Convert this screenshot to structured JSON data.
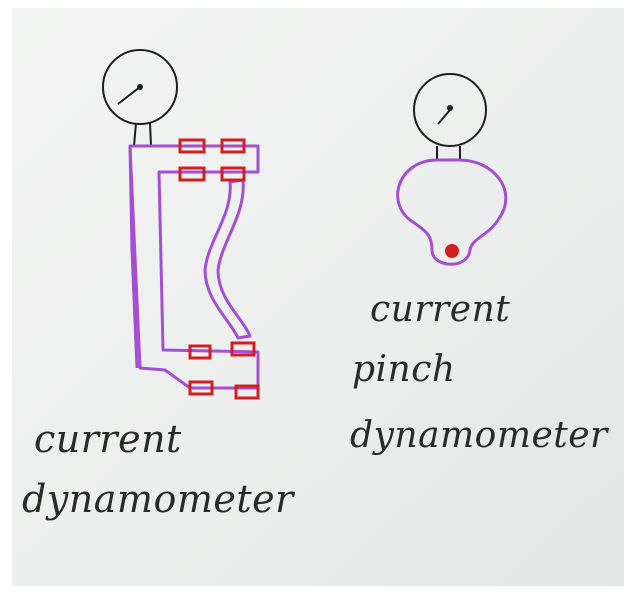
{
  "labels": {
    "left_line1": "current",
    "left_line2": "dynamometer",
    "right_line1": "current",
    "right_line2": "pinch",
    "right_line3": "dynamometer"
  },
  "colors": {
    "paper": "#eceeed",
    "ink": "#2a2a2a",
    "purple": "#a24fd6",
    "red": "#d11f1f"
  },
  "icons": {
    "gauge": "dial-gauge-icon"
  }
}
